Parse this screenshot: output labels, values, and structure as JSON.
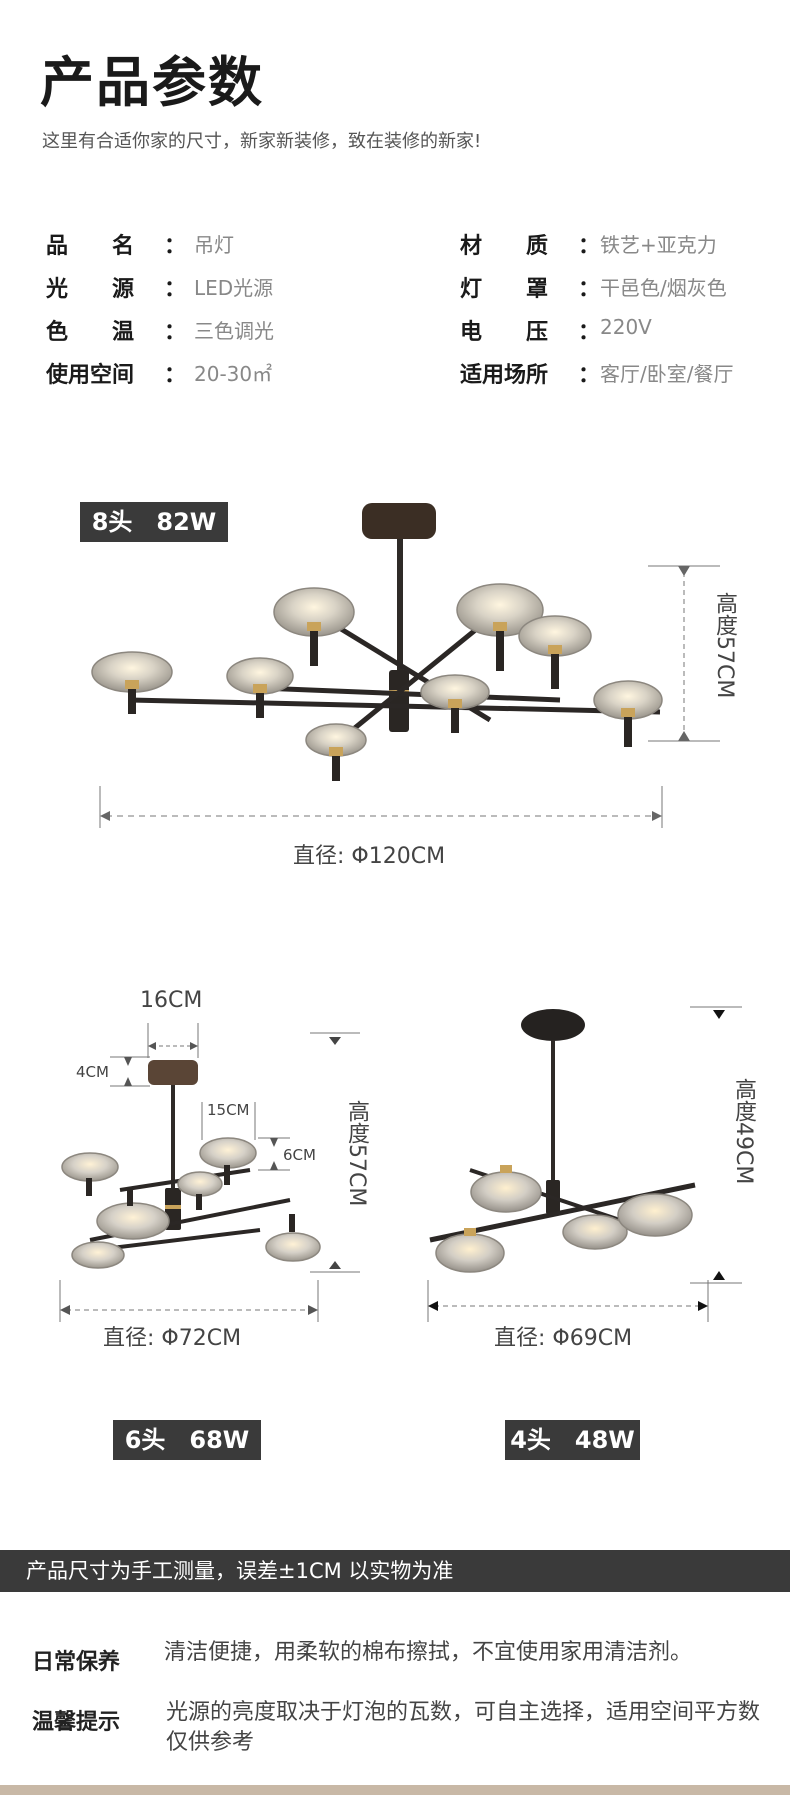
{
  "header": {
    "title": "产品参数",
    "subtitle": "这里有合适你家的尺寸，新家新装修，致在装修的新家!"
  },
  "specs": {
    "left": [
      {
        "label": "品　　名",
        "value": "吊灯"
      },
      {
        "label": "光　　源",
        "value": "LED光源"
      },
      {
        "label": "色　　温",
        "value": "三色调光"
      },
      {
        "label": "使用空间",
        "value": "20-30㎡"
      }
    ],
    "right": [
      {
        "label": "材　　质",
        "value": "铁艺+亚克力"
      },
      {
        "label": "灯　　罩",
        "value": "干邑色/烟灰色"
      },
      {
        "label": "电　　压",
        "value": "220V"
      },
      {
        "label": "适用场所",
        "value": "客厅/卧室/餐厅"
      }
    ],
    "colon": "："
  },
  "models": {
    "eight": {
      "badge": "8头　82W",
      "height": "高度57CM",
      "diameter": "直径: Φ120CM"
    },
    "six": {
      "badge": "6头　68W",
      "height": "高度57CM",
      "diameter": "直径: Φ72CM",
      "canopy_width": "16CM",
      "canopy_height": "4CM",
      "shade_width": "15CM",
      "shade_height": "6CM"
    },
    "four": {
      "badge": "4头　48W",
      "height": "高度49CM",
      "diameter": "直径: Φ69CM"
    }
  },
  "notice": "产品尺寸为手工测量，误差±1CM 以实物为准",
  "care": [
    {
      "label": "日常保养",
      "text": "清洁便捷，用柔软的棉布擦拭，不宜使用家用清洁剂。"
    },
    {
      "label": "温馨提示",
      "text": "光源的亮度取决于灯泡的瓦数，可自主选择，适用空间平方数仅供参考"
    }
  ]
}
